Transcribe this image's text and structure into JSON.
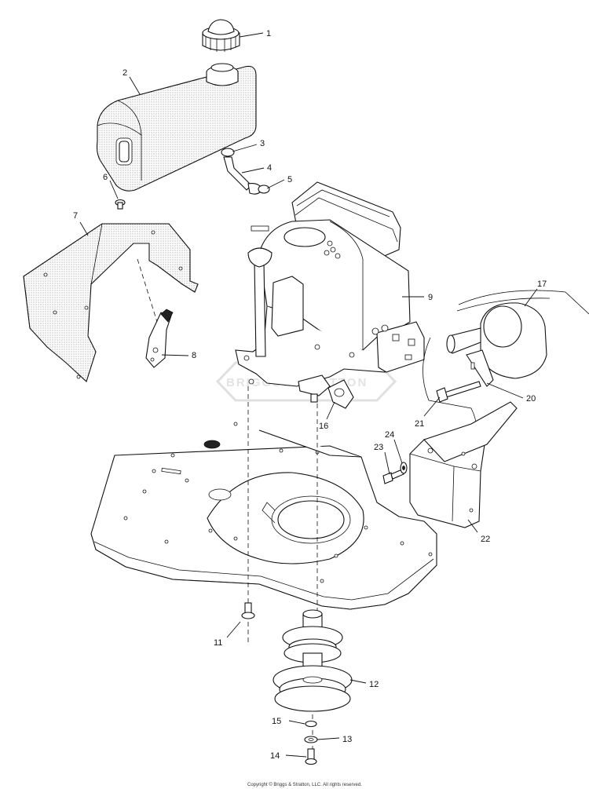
{
  "watermark": "BRIGGS&STRATTON",
  "copyright": "Copyright © Briggs & Stratton, LLC. All rights reserved.",
  "callouts": {
    "c1": "1",
    "c2": "2",
    "c3": "3",
    "c4": "4",
    "c5": "5",
    "c6": "6",
    "c7": "7",
    "c8": "8",
    "c9": "9",
    "c11": "11",
    "c12": "12",
    "c13": "13",
    "c14": "14",
    "c15": "15",
    "c16": "16",
    "c17": "17",
    "c20": "20",
    "c21": "21",
    "c22": "22",
    "c23": "23",
    "c24": "24"
  }
}
